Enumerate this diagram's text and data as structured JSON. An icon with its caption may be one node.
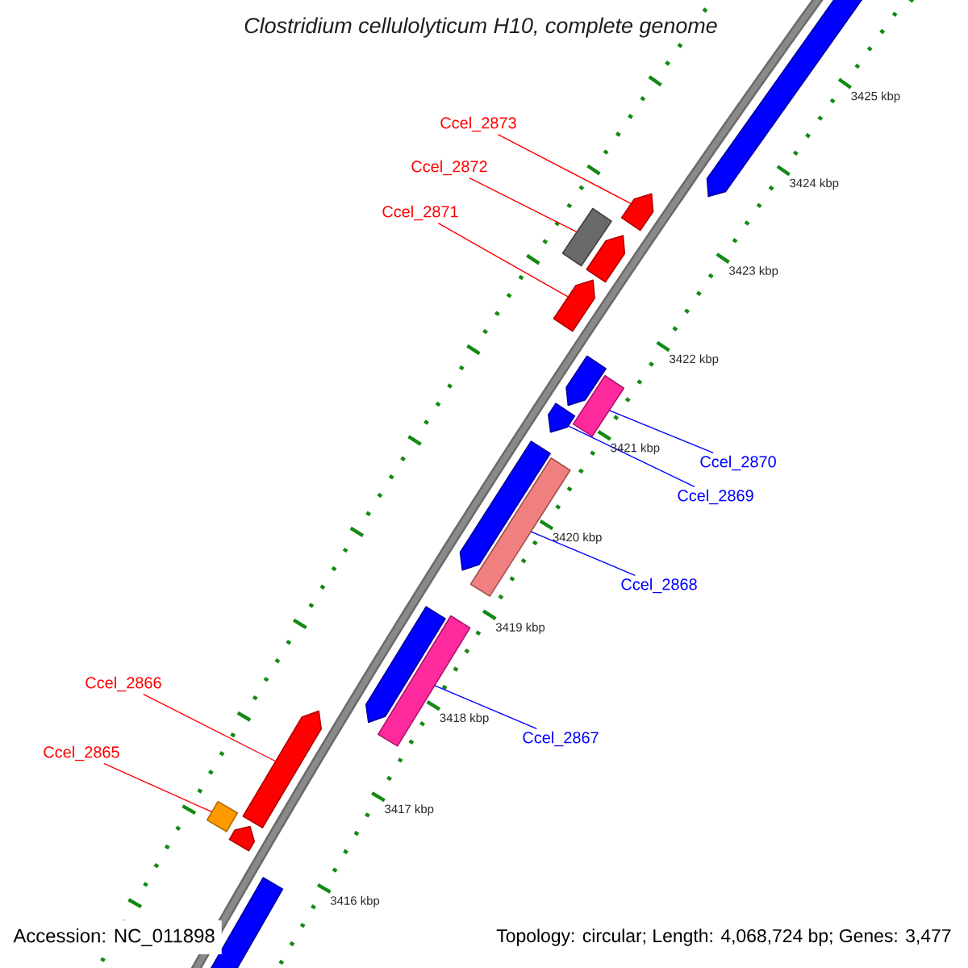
{
  "diagram": {
    "title": "Clostridium cellulolyticum H10, complete genome",
    "nodes": [
      {
        "text": [
          "Ccel_2873"
        ]
      },
      {
        "text": [
          "Ccel_2872"
        ]
      },
      {
        "text": [
          "Ccel_2871"
        ]
      },
      {
        "text": [
          "Ccel_2870"
        ]
      },
      {
        "text": [
          "Ccel_2869"
        ]
      },
      {
        "text": [
          "Ccel_2868"
        ]
      },
      {
        "text": [
          "Ccel_2866"
        ]
      },
      {
        "text": [
          "Ccel_2867"
        ]
      },
      {
        "text": [
          "Ccel_2865"
        ]
      },
      {
        "text": [],
        "shape": "arrow"
      },
      {
        "text": [],
        "shape": "arrow"
      },
      {
        "text": [],
        "shape": "box"
      },
      {
        "text": [],
        "shape": "arrow"
      },
      {
        "text": [],
        "shape": "arrow"
      },
      {
        "text": [],
        "shape": "arrow"
      },
      {
        "text": [],
        "shape": "box"
      },
      {
        "text": [],
        "shape": "arrow"
      },
      {
        "text": [],
        "shape": "arrow"
      },
      {
        "text": [],
        "shape": "box"
      },
      {
        "text": [],
        "shape": "arrow"
      },
      {
        "text": [],
        "shape": "box"
      },
      {
        "text": [],
        "shape": "arrow"
      },
      {
        "text": [],
        "shape": "box"
      },
      {
        "text": [],
        "shape": "arrow"
      },
      {
        "text": [],
        "shape": "arrow"
      }
    ],
    "edges": [
      {
        "from": 0,
        "to": 10,
        "arrow": "none",
        "color": "#ff0000"
      },
      {
        "from": 1,
        "to": 11,
        "arrow": "none",
        "color": "#ff0000"
      },
      {
        "from": 2,
        "to": 13,
        "arrow": "none",
        "color": "#ff0000"
      },
      {
        "from": 3,
        "to": 15,
        "arrow": "none",
        "color": "#0000ff"
      },
      {
        "from": 4,
        "to": 16,
        "arrow": "none",
        "color": "#0000ff"
      },
      {
        "from": 5,
        "to": 18,
        "arrow": "none",
        "color": "#0000ff"
      },
      {
        "from": 6,
        "to": 21,
        "arrow": "none",
        "color": "#ff0000"
      },
      {
        "from": 7,
        "to": 20,
        "arrow": "none",
        "color": "#0000ff"
      },
      {
        "from": 8,
        "to": 22,
        "arrow": "none",
        "color": "#ff0000"
      }
    ],
    "labels": [
      "3425 kbp",
      "3424 kbp",
      "3423 kbp",
      "3422 kbp",
      "3421 kbp",
      "3420 kbp",
      "3419 kbp",
      "3418 kbp",
      "3417 kbp",
      "3416 kbp",
      "Accession: NC_011898",
      "Topology: circular; Length: 4,068,724 bp; Genes: 3,477"
    ]
  }
}
